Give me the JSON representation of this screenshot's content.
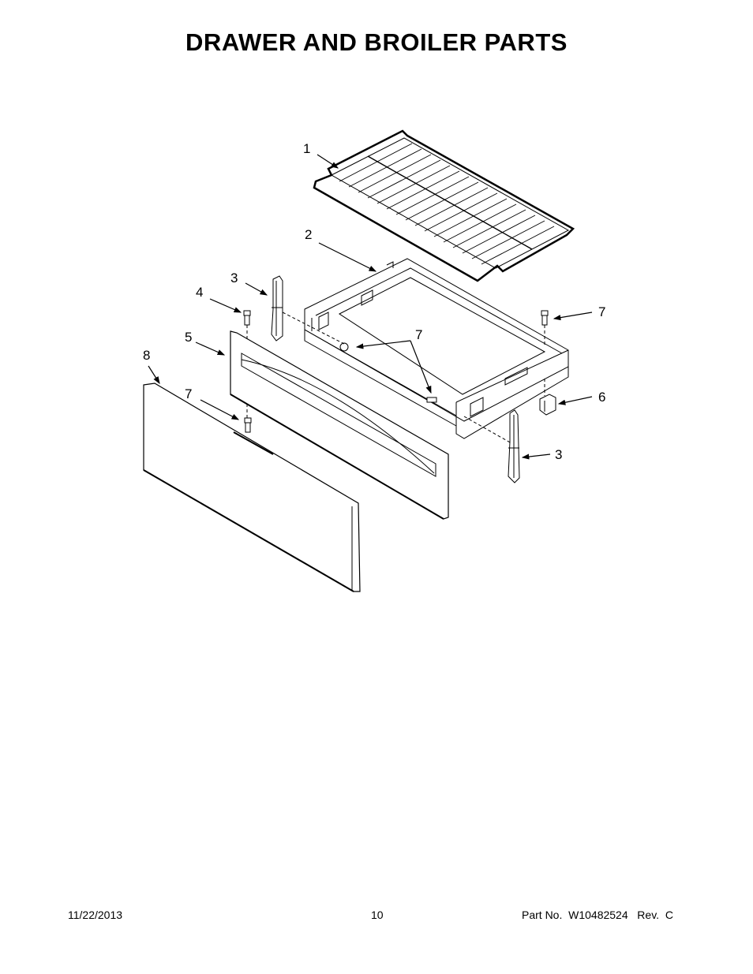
{
  "title": "DRAWER AND BROILER PARTS",
  "callouts": [
    "1",
    "2",
    "3",
    "4",
    "5",
    "7",
    "8",
    "7",
    "7",
    "6",
    "3"
  ],
  "footer": {
    "date": "11/22/2013",
    "page": "10",
    "part_no": "Part No.  W10482524   Rev.  C"
  }
}
